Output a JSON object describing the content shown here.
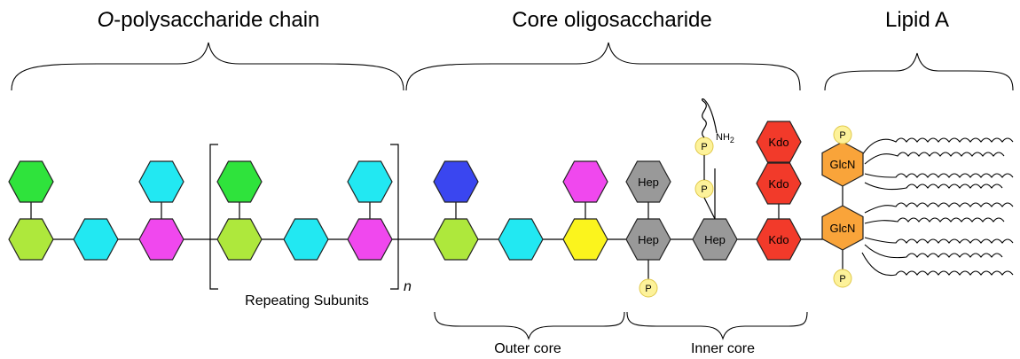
{
  "headings": {
    "o_chain_prefix": "O",
    "o_chain_rest": "-polysaccharide chain",
    "core": "Core oligosaccharide",
    "lipid": "Lipid A"
  },
  "labels": {
    "repeating": "Repeating Subunits",
    "repeat_index": "n",
    "outer_core": "Outer core",
    "inner_core": "Inner core",
    "amine": "NH",
    "amine_sub": "2"
  },
  "sugars": {
    "hep": "Hep",
    "kdo": "Kdo",
    "glcn": "GlcN",
    "phosphate": "P"
  },
  "colors": {
    "lime": "#aee83c",
    "green": "#2fe33c",
    "cyan": "#22e8f2",
    "magenta": "#f048ee",
    "blue": "#3a46f0",
    "yellow": "#fbf41d",
    "gray": "#999999",
    "red": "#f23a2a",
    "orange": "#f9a43a",
    "phosphate": "#fdf29a"
  }
}
